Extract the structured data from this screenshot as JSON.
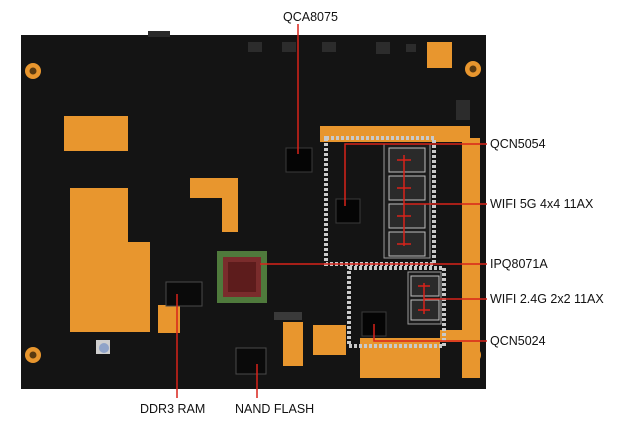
{
  "labels": {
    "qca8075": "QCA8075",
    "qcn5054": "QCN5054",
    "wifi_5g": "WIFI 5G 4x4 11AX",
    "ipq8071a": "IPQ8071A",
    "wifi_24g": "WIFI 2.4G 2x2 11AX",
    "qcn5024": "QCN5024",
    "ddr3_ram": "DDR3 RAM",
    "nand_flash": "NAND FLASH"
  },
  "colors": {
    "pcb": "#141414",
    "copper": "#e8962e",
    "leader_line": "#d8231a",
    "shield": "#c9c9c9",
    "soc_substrate": "#4f7a3c"
  }
}
